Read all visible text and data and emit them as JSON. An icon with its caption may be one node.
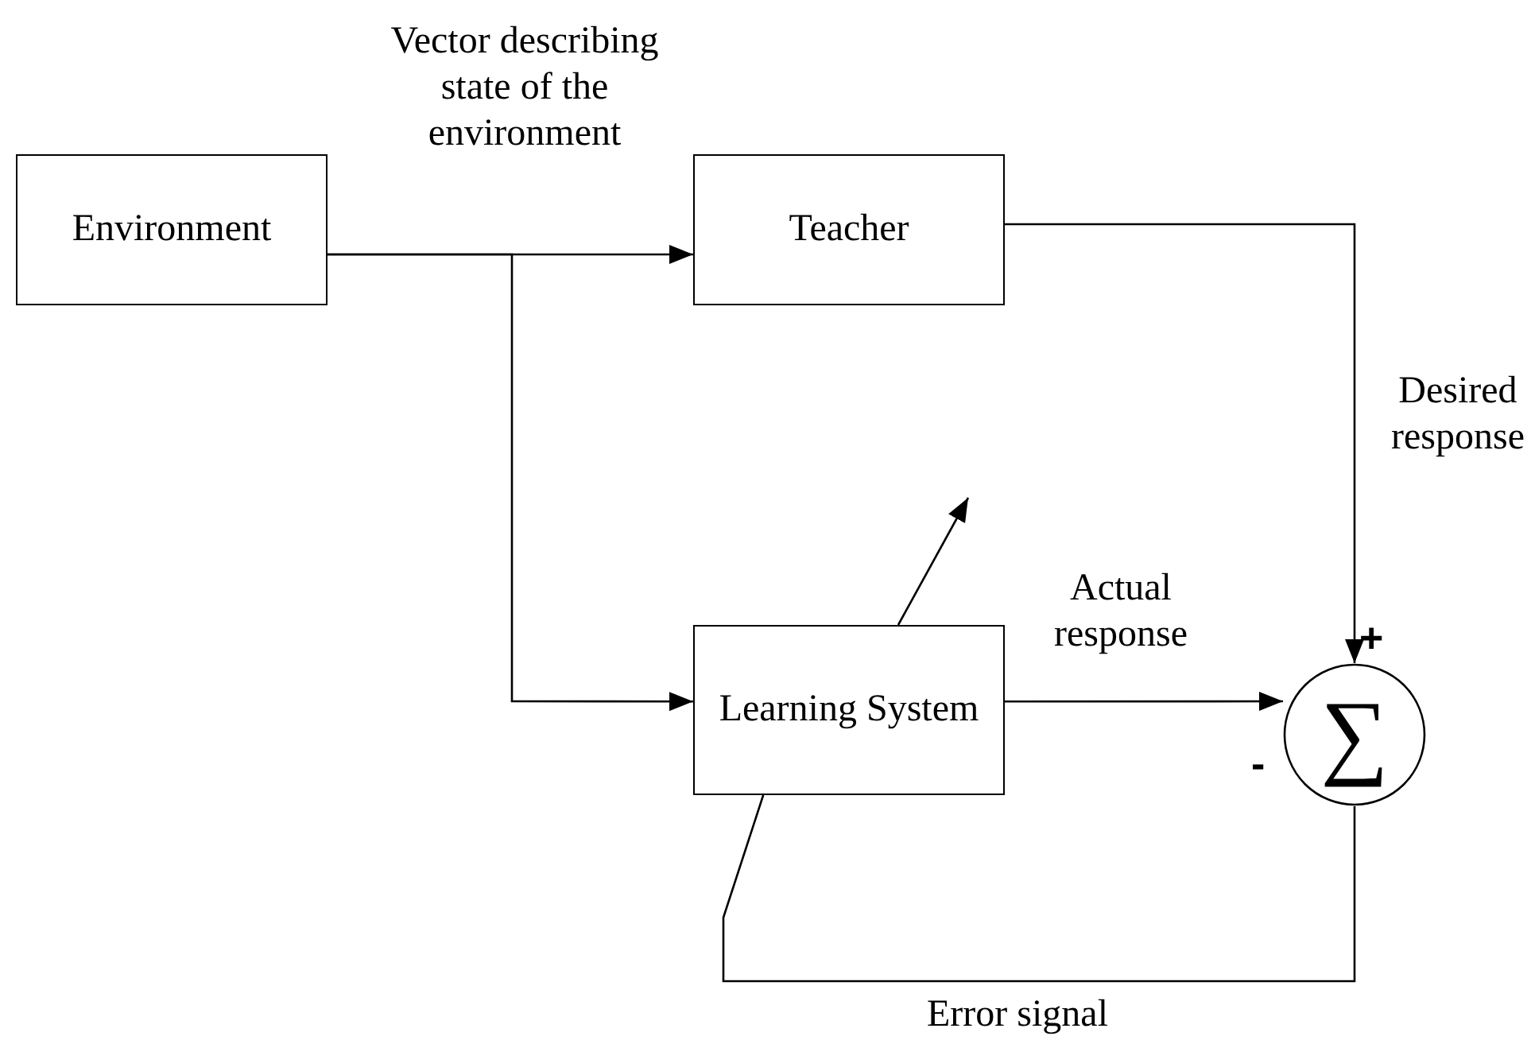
{
  "diagram": {
    "nodes": [
      {
        "text": [
          "Environment"
        ]
      },
      {
        "text": [
          "Teacher"
        ]
      },
      {
        "text": [
          "Learning System"
        ]
      },
      {
        "text": [
          "∑"
        ]
      }
    ],
    "edges": [
      {
        "from": 0,
        "to": 1,
        "arrow": "to",
        "label": "Vector describing state of the environment"
      },
      {
        "from": 0,
        "to": 2,
        "arrow": "to"
      },
      {
        "from": 1,
        "to": 3,
        "arrow": "to",
        "label": "Desired response"
      },
      {
        "from": 2,
        "to": 3,
        "arrow": "to",
        "label": "Actual response"
      },
      {
        "from": 3,
        "to": 2,
        "arrow": "none",
        "label": "Error signal"
      },
      {
        "from": 2,
        "to": null,
        "arrow": "to"
      }
    ],
    "labels": [
      "+",
      "-"
    ]
  }
}
